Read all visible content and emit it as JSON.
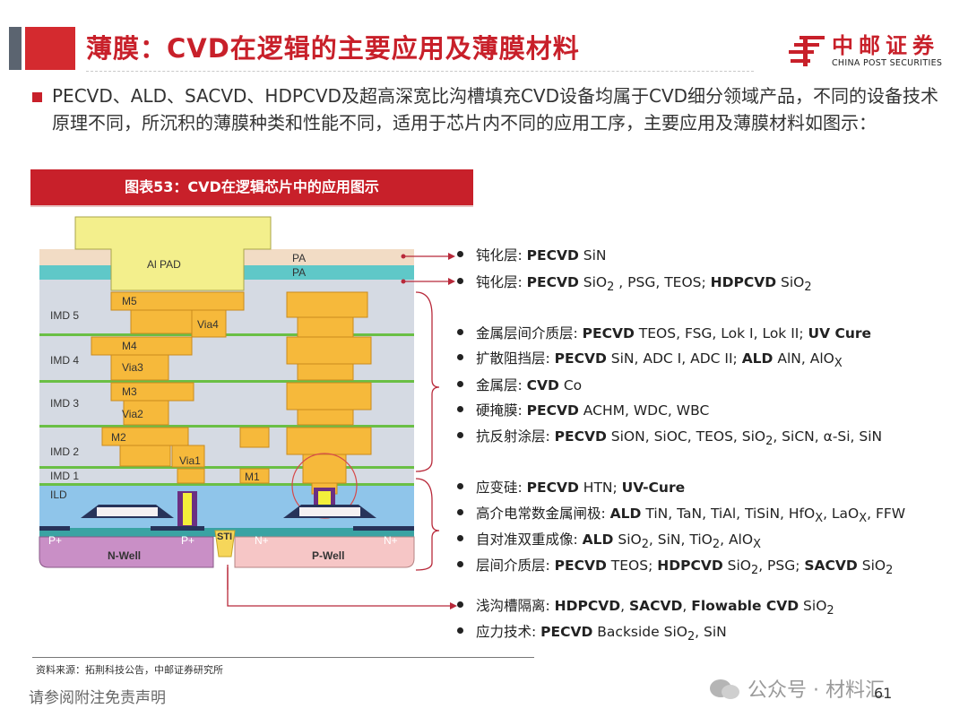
{
  "header": {
    "title": "薄膜：CVD在逻辑的主要应用及薄膜材料",
    "logo_cn": "中邮证券",
    "logo_en": "CHINA POST SECURITIES"
  },
  "intro": "PECVD、ALD、SACVD、HDPCVD及超高深宽比沟槽填充CVD设备均属于CVD细分领域产品，不同的设备技术原理不同，所沉积的薄膜种类和性能不同，适用于芯片内不同的应用工序，主要应用及薄膜材料如图示：",
  "figure": {
    "caption": "图表53：CVD在逻辑芯片中的应用图示",
    "labels": {
      "al_pad": "Al PAD",
      "pa_top": "PA",
      "pa_bottom": "PA",
      "imd5": "IMD 5",
      "imd4": "IMD 4",
      "imd3": "IMD 3",
      "imd2": "IMD 2",
      "imd1": "IMD 1",
      "ild": "ILD",
      "m5": "M5",
      "via4": "Via4",
      "m4": "M4",
      "via3": "Via3",
      "m3": "M3",
      "via2": "Via2",
      "m2": "M2",
      "via1": "Via1",
      "m1": "M1",
      "p_plus_1": "P+",
      "p_plus_2": "P+",
      "sti": "STI",
      "n_plus_1": "N+",
      "n_plus_2": "N+",
      "n_well": "N-Well",
      "p_well": "P-Well"
    },
    "items": [
      {
        "name": "钝化层:",
        "html": "<b>PECVD</b> SiN"
      },
      {
        "name": "钝化层:",
        "html": "<b>PECVD</b> SiO<sub>2</sub> , PSG, TEOS; <b>HDPCVD</b> SiO<sub>2</sub>"
      },
      {
        "name": "金属层间介质层:",
        "html": "<b>PECVD</b> TEOS, FSG, Lok I, Lok II; <b>UV Cure</b>"
      },
      {
        "name": "扩散阻挡层:",
        "html": "<b>PECVD</b>  SiN, ADC I, ADC II; <b>ALD</b> AlN, AlO<sub>X</sub>"
      },
      {
        "name": "金属层:",
        "html": "<b>CVD</b> Co"
      },
      {
        "name": "硬掩膜:",
        "html": "<b>PECVD</b>  ACHM, WDC, WBC"
      },
      {
        "name": "抗反射涂层:",
        "html": "<b>PECVD</b> SiON, SiOC, TEOS, SiO<sub>2</sub>, SiCN, α-Si, SiN"
      },
      {
        "name": "应变硅:",
        "html": "<b>PECVD</b> HTN; <b>UV-Cure</b>"
      },
      {
        "name": "高介电常数金属闸极:",
        "html": "<b>ALD</b> TiN, TaN, TiAl, TiSiN, HfO<sub>X</sub>, LaO<sub>X</sub>, FFW"
      },
      {
        "name": "自对准双重成像:",
        "html": "<b>ALD</b> SiO<sub>2</sub>, SiN, TiO<sub>2</sub>, AlO<sub>X</sub>"
      },
      {
        "name": "层间介质层:",
        "html": "<b>PECVD</b> TEOS; <b>HDPCVD</b> SiO<sub>2</sub>, PSG; <b>SACVD</b> SiO<sub>2</sub>"
      },
      {
        "name": "浅沟槽隔离:",
        "html": "<b>HDPCVD</b>, <b>SACVD</b>, <b>Flowable CVD</b> SiO<sub>2</sub>"
      },
      {
        "name": "应力技术:",
        "html": "<b>PECVD</b> Backside SiO<sub>2</sub>, SiN"
      }
    ]
  },
  "footer": {
    "source": "资料来源：拓荆科技公告，中邮证券研究所",
    "disclaimer": "请参阅附注免责声明",
    "page": "61",
    "watermark": "公众号 · 材料汇"
  },
  "colors": {
    "brand_red": "#c8202a",
    "metal": "#f6b93b",
    "dielectric": "#d5dae3",
    "green_line": "#6abf45",
    "pa_teal": "#5fc8c8"
  }
}
